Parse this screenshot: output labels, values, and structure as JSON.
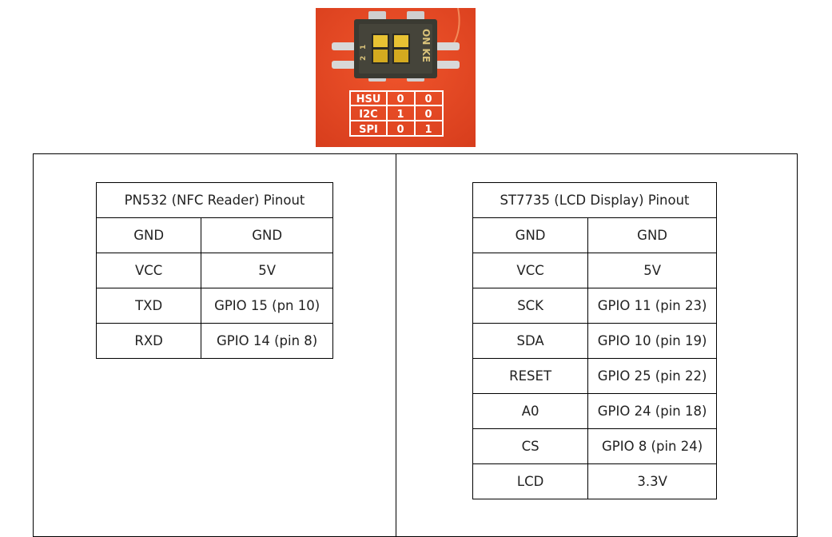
{
  "photo": {
    "switch_label_top": "ON KE",
    "switch_numbers": [
      "1",
      "2"
    ],
    "mode_table": [
      [
        "HSU",
        "0",
        "0"
      ],
      [
        "I2C",
        "1",
        "0"
      ],
      [
        "SPI",
        "0",
        "1"
      ]
    ],
    "colors": {
      "board": "#ea4a25",
      "switch_body": "#3a3a32",
      "switch_toggle": "#e8c233",
      "silkscreen": "#ffffff"
    }
  },
  "pn532": {
    "title": "PN532 (NFC Reader) Pinout",
    "rows": [
      [
        "GND",
        "GND"
      ],
      [
        "VCC",
        "5V"
      ],
      [
        "TXD",
        "GPIO 15 (pn 10)"
      ],
      [
        "RXD",
        "GPIO 14 (pin 8)"
      ]
    ]
  },
  "st7735": {
    "title": "ST7735 (LCD Display) Pinout",
    "rows": [
      [
        "GND",
        "GND"
      ],
      [
        "VCC",
        "5V"
      ],
      [
        "SCK",
        "GPIO 11 (pin 23)"
      ],
      [
        "SDA",
        "GPIO 10 (pin 19)"
      ],
      [
        "RESET",
        "GPIO 25 (pin 22)"
      ],
      [
        "A0",
        "GPIO 24 (pin 18)"
      ],
      [
        "CS",
        "GPIO 8 (pin 24)"
      ],
      [
        "LCD",
        "3.3V"
      ]
    ]
  }
}
